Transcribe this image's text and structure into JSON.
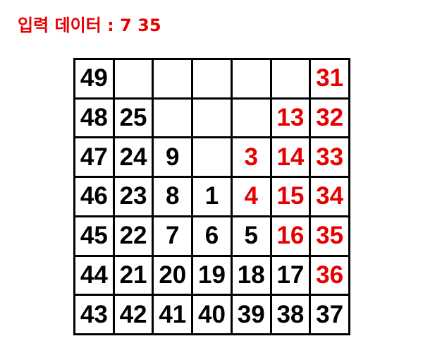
{
  "header": {
    "text": "입력 데이터 : 7 35"
  },
  "colors": {
    "highlight": "#e60000",
    "normal": "#000000",
    "grid_line": "#000000"
  },
  "grid": {
    "size": 7,
    "rows": [
      [
        {
          "v": "49",
          "hl": false
        },
        {
          "v": "",
          "hl": false
        },
        {
          "v": "",
          "hl": false
        },
        {
          "v": "",
          "hl": false
        },
        {
          "v": "",
          "hl": false
        },
        {
          "v": "",
          "hl": false
        },
        {
          "v": "31",
          "hl": true
        }
      ],
      [
        {
          "v": "48",
          "hl": false
        },
        {
          "v": "25",
          "hl": false
        },
        {
          "v": "",
          "hl": false
        },
        {
          "v": "",
          "hl": false
        },
        {
          "v": "",
          "hl": false
        },
        {
          "v": "13",
          "hl": true
        },
        {
          "v": "32",
          "hl": true
        }
      ],
      [
        {
          "v": "47",
          "hl": false
        },
        {
          "v": "24",
          "hl": false
        },
        {
          "v": "9",
          "hl": false
        },
        {
          "v": "",
          "hl": false
        },
        {
          "v": "3",
          "hl": true
        },
        {
          "v": "14",
          "hl": true
        },
        {
          "v": "33",
          "hl": true
        }
      ],
      [
        {
          "v": "46",
          "hl": false
        },
        {
          "v": "23",
          "hl": false
        },
        {
          "v": "8",
          "hl": false
        },
        {
          "v": "1",
          "hl": false
        },
        {
          "v": "4",
          "hl": true
        },
        {
          "v": "15",
          "hl": true
        },
        {
          "v": "34",
          "hl": true
        }
      ],
      [
        {
          "v": "45",
          "hl": false
        },
        {
          "v": "22",
          "hl": false
        },
        {
          "v": "7",
          "hl": false
        },
        {
          "v": "6",
          "hl": false
        },
        {
          "v": "5",
          "hl": false
        },
        {
          "v": "16",
          "hl": true
        },
        {
          "v": "35",
          "hl": true
        }
      ],
      [
        {
          "v": "44",
          "hl": false
        },
        {
          "v": "21",
          "hl": false
        },
        {
          "v": "20",
          "hl": false
        },
        {
          "v": "19",
          "hl": false
        },
        {
          "v": "18",
          "hl": false
        },
        {
          "v": "17",
          "hl": false
        },
        {
          "v": "36",
          "hl": true
        }
      ],
      [
        {
          "v": "43",
          "hl": false
        },
        {
          "v": "42",
          "hl": false
        },
        {
          "v": "41",
          "hl": false
        },
        {
          "v": "40",
          "hl": false
        },
        {
          "v": "39",
          "hl": false
        },
        {
          "v": "38",
          "hl": false
        },
        {
          "v": "37",
          "hl": false
        }
      ]
    ]
  }
}
